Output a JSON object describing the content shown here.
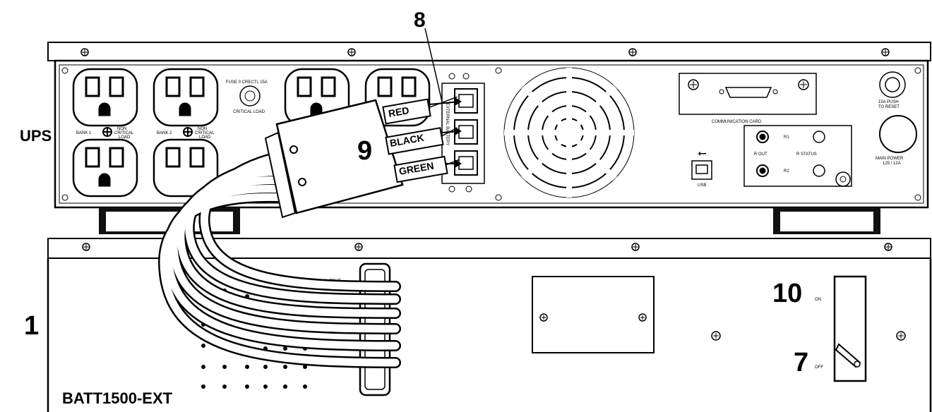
{
  "callouts": {
    "c8": "8",
    "c9": "9",
    "c1": "1",
    "c10": "10",
    "c7": "7"
  },
  "unit_labels": {
    "ups": "UPS",
    "battery": "BATT1500-EXT"
  },
  "cable_labels": {
    "red": "RED",
    "black": "BLACK",
    "green": "GREEN"
  },
  "switch_labels": {
    "on": "ON",
    "off": "OFF"
  },
  "ups_panel_text": {
    "bank1": "BANK 1",
    "bank2": "BANK 2",
    "noncritical_1": "NON",
    "noncritical_2": "CRITICAL",
    "noncritical_3": "LOAD",
    "critical_load": "CRITICAL LOAD",
    "fuse": "FUSE 0 CRECTL 15A",
    "external_battery": "EXTERNAL BATTERY",
    "communication_card": "COMMUNICATION CARD",
    "r_out": "R OUT",
    "r_status": "R STATUS",
    "r1": "R1",
    "r2": "R2",
    "usb": "USB",
    "push_reset_1": "15A PUSH",
    "push_reset_2": "TO RESET",
    "main_power_1": "MAIN POWER",
    "main_power_2": "125 / 12A"
  },
  "battery_panel_text": {
    "output": "OUTPUT"
  }
}
